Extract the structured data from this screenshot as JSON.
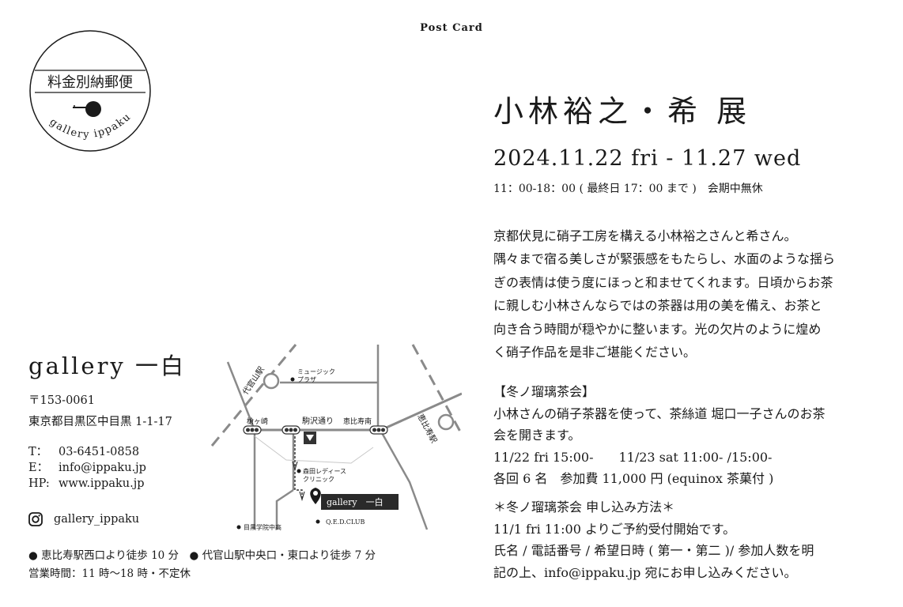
{
  "header": {
    "label": "Post Card"
  },
  "stamp": {
    "postage_text": "料金別納郵便",
    "logo_text": "gallery ippaku"
  },
  "exhibition": {
    "title": "小林裕之・希 展",
    "dates": "2024.11.22 fri - 11.27 wed",
    "hours": "11：00-18：00 ( 最終日 17：00 まで )　会期中無休",
    "description": [
      "京都伏見に硝子工房を構える小林裕之さんと希さん。",
      "隅々まで宿る美しさが緊張感をもたらし、水面のような揺ら",
      "ぎの表情は使う度にほっと和ませてくれます。日頃からお茶",
      "に親しむ小林さんならではの茶器は用の美を備え、お茶と",
      "向き合う時間が穏やかに整います。光の欠片のように煌め",
      "く硝子作品を是非ご堪能ください。"
    ]
  },
  "tea_party": {
    "heading": "【冬ノ瑠璃茶会】",
    "lines": [
      "小林さんの硝子茶器を使って、茶絲道 堀口一子さんのお茶",
      "会を開きます。",
      "11/22 fri 15:00-　　11/23 sat 11:00- /15:00-",
      "各回 6 名　参加費 11,000 円 (equinox 茶菓付 )"
    ]
  },
  "application": {
    "heading": "＊冬ノ瑠璃茶会 申し込み方法＊",
    "lines": [
      "11/1 fri 11:00 よりご予約受付開始です。",
      "氏名 / 電話番号 / 希望日時 ( 第一・第二 )/ 参加人数を明",
      "記の上、info@ippaku.jp 宛にお申し込みください。"
    ]
  },
  "gallery": {
    "name": "gallery 一白",
    "postal": "〒153-0061",
    "address": "東京都目黒区中目黒 1-1-17",
    "tel_label": "T：",
    "tel": "03-6451-0858",
    "email_label": "E：",
    "email": "info@ippaku.jp",
    "hp_label": "HP:",
    "hp": "www.ippaku.jp",
    "instagram": "gallery_ippaku",
    "access": "●  恵比寿駅西口より徒歩 10 分　●  代官山駅中央口・東口より徒歩 7 分",
    "business_hours": "営業時間：11 時〜18 時・不定休"
  },
  "map": {
    "station_daikanyama": "代官山駅",
    "station_ebisu": "恵比寿駅",
    "music_plaza": "ミュージック\nプラザ",
    "hinokizaka": "槍ヶ崎",
    "komazawa": "駒沢通り",
    "ebisu_minami": "恵比寿南",
    "clinic": "森田レディース\nクリニック",
    "gallery_label": "gallery　一白",
    "school": "目黒学院中高",
    "club": "Q.E.D.CLUB"
  }
}
